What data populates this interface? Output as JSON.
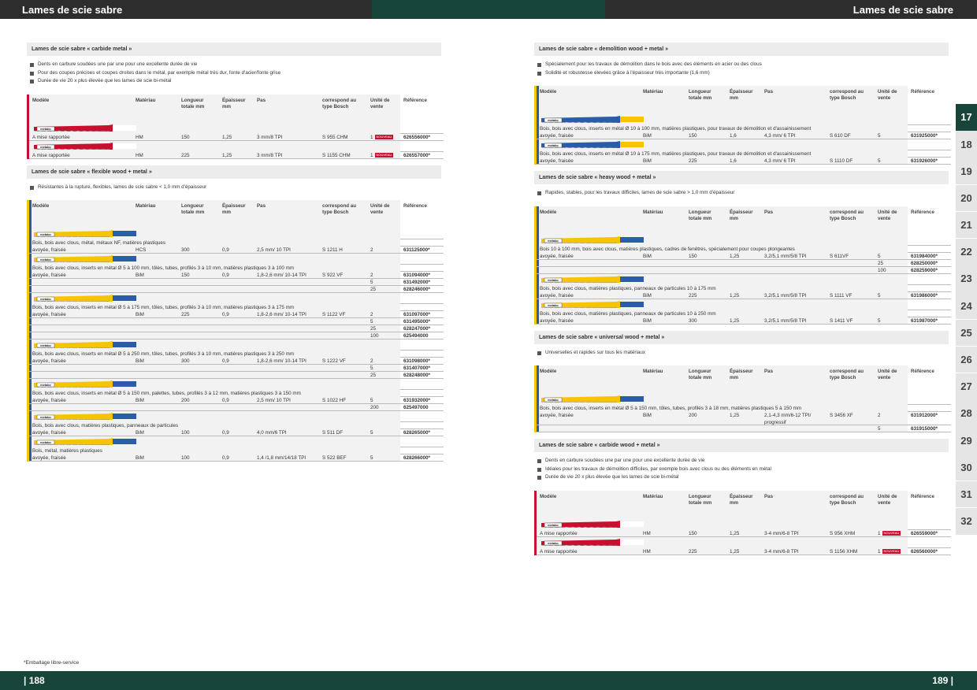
{
  "header": {
    "left": "Lames de scie sabre",
    "right": "Lames de scie sabre"
  },
  "footer": {
    "left": "| 188",
    "right": "189 |",
    "note": "*Emballage libre-service"
  },
  "cols": [
    "Modèle",
    "Matériau",
    "Longueur totale mm",
    "Épaisseur mm",
    "Pas",
    "correspond au type Bosch",
    "Unité de vente",
    "Référence"
  ],
  "badge": "NOUVEAU",
  "brand": "metabo",
  "tabs": [
    "17",
    "18",
    "19",
    "20",
    "21",
    "22",
    "23",
    "24",
    "25",
    "26",
    "27",
    "28",
    "29",
    "30",
    "31",
    "32"
  ],
  "s1": {
    "title": "Lames de scie sabre « carbide metal »",
    "bullets": [
      "Dents en carbure soudées une par une pour une excellente durée de vie",
      "Pour des coupes précises et coupes droites dans le métal, par exemple métal très dur, fonte d'acier/fonte grise",
      "Durée de vie 20 x plus élevée que les lames de scie bi-métal"
    ],
    "rows": [
      [
        "A mise rapportée",
        "HM",
        "150",
        "1,25",
        "3 mm/8 TPI",
        "S 955 CHM",
        "1",
        "626556000*"
      ],
      [
        "A mise rapportée",
        "HM",
        "225",
        "1,25",
        "3 mm/8 TPI",
        "S 1155 CHM",
        "1",
        "626557000*"
      ]
    ]
  },
  "s2": {
    "title": "Lames de scie sabre « flexible wood + metal »",
    "bullets": [
      "Résistantes à la rupture, flexibles, lames de scie sabre < 1,0 mm d'épaisseur"
    ],
    "groups": [
      {
        "desc": "Bois, bois avec clous, métal, métaux NF, matières plastiques",
        "rows": [
          [
            "avoyée, fraisée",
            "HCS",
            "300",
            "0,9",
            "2,5 mm/ 10 TPI",
            "S 1211 H",
            "2",
            "631125000*"
          ]
        ]
      },
      {
        "desc": "Bois, bois avec clous, inserts en métal Ø 5 à 100 mm, tôles, tubes, profilés 3 à 10 mm, matières plastiques 3 à 100 mm",
        "rows": [
          [
            "avoyée, fraisée",
            "BiM",
            "150",
            "0,9",
            "1,8-2,6 mm/ 10-14 TPI",
            "S 922 VF",
            "2",
            "631094000*"
          ],
          [
            "",
            "",
            "",
            "",
            "",
            "",
            "5",
            "631492000*"
          ],
          [
            "",
            "",
            "",
            "",
            "",
            "",
            "25",
            "628246000*"
          ]
        ]
      },
      {
        "desc": "Bois, bois avec clous, inserts en métal Ø 5 à 175 mm, tôles, tubes, profilés 3 à 10 mm, matières plastiques 3 à 175 mm",
        "rows": [
          [
            "avoyée, fraisée",
            "BiM",
            "225",
            "0,9",
            "1,8-2,6 mm/ 10-14 TPI",
            "S 1122 VF",
            "2",
            "631097000*"
          ],
          [
            "",
            "",
            "",
            "",
            "",
            "",
            "5",
            "631495000*"
          ],
          [
            "",
            "",
            "",
            "",
            "",
            "",
            "25",
            "628247000*"
          ],
          [
            "",
            "",
            "",
            "",
            "",
            "",
            "100",
            "625494000"
          ]
        ]
      },
      {
        "desc": "Bois, bois avec clous, inserts en métal Ø 5 à 250 mm, tôles, tubes, profilés 3 à 10 mm, matières plastiques 3 à 250 mm",
        "rows": [
          [
            "avoyée, fraisée",
            "BiM",
            "300",
            "0,9",
            "1,8-2,6 mm/ 10-14 TPI",
            "S 1222 VF",
            "2",
            "631098000*"
          ],
          [
            "",
            "",
            "",
            "",
            "",
            "",
            "5",
            "631407000*"
          ],
          [
            "",
            "",
            "",
            "",
            "",
            "",
            "25",
            "628248000*"
          ]
        ]
      },
      {
        "desc": "Bois, bois avec clous, inserts en métal Ø 5 à 150 mm, palettes, tubes, profilés 3 à 12 mm, matières plastiques 3 à 150 mm",
        "rows": [
          [
            "avoyée, fraisée",
            "BiM",
            "200",
            "0,9",
            "2,5 mm/ 10 TPI",
            "S 1022 HF",
            "5",
            "631932000*"
          ],
          [
            "",
            "",
            "",
            "",
            "",
            "",
            "200",
            "625497000"
          ]
        ]
      },
      {
        "desc": "Bois, bois avec clous, matières plastiques, panneaux de particules",
        "rows": [
          [
            "avoyée, fraisée",
            "BiM",
            "100",
            "0,9",
            "4,0 mm/6 TPI",
            "S 511 DF",
            "5",
            "628265000*"
          ]
        ]
      },
      {
        "desc": "Bois, métal, matières plastiques",
        "rows": [
          [
            "avoyée, fraisée",
            "BiM",
            "100",
            "0,9",
            "1,4 /1,8 mm/14/18 TPI",
            "S 522 BEF",
            "5",
            "628266000*"
          ]
        ]
      }
    ]
  },
  "s3": {
    "title": "Lames de scie sabre « demolition wood + metal »",
    "bullets": [
      "Spécialement pour les travaux de démolition dans le bois avec des éléments en acier ou des clous",
      "Solidité et robustesse élevées grâce à l'épaisseur très importante (1,6 mm)"
    ],
    "groups": [
      {
        "desc": "Bois, bois avec clous, inserts en métal Ø 10 à 100 mm, matières plastiques, pour travaux de démolition et d'assainissement",
        "rows": [
          [
            "avoyée, fraisée",
            "BiM",
            "150",
            "1,6",
            "4,3 mm/ 6 TPI",
            "S 610 DF",
            "5",
            "631925000*"
          ]
        ]
      },
      {
        "desc": "Bois, bois avec clous, inserts en métal Ø 10 à 175 mm, matières plastiques, pour travaux de démolition et d'assainissement",
        "rows": [
          [
            "avoyée, fraisée",
            "BiM",
            "225",
            "1,6",
            "4,3 mm/ 6 TPI",
            "S 1110 DF",
            "5",
            "631926000*"
          ]
        ]
      }
    ]
  },
  "s4": {
    "title": "Lames de scie sabre « heavy wood + metal »",
    "bullets": [
      "Rapides, stables, pour les travaux difficiles, lames de scie sabre > 1,0 mm d'épaisseur"
    ],
    "groups": [
      {
        "desc": "Bois 10 à 100 mm, bois avec clous, matières plastiques, cadres de fenêtres, spécialement pour coupes plongeantes",
        "rows": [
          [
            "avoyée, fraisée",
            "BiM",
            "150",
            "1,25",
            "3,2/5,1 mm/5/8 TPI",
            "S 611VF",
            "5",
            "631984000*"
          ],
          [
            "",
            "",
            "",
            "",
            "",
            "",
            "25",
            "628250000*"
          ],
          [
            "",
            "",
            "",
            "",
            "",
            "",
            "100",
            "628259000*"
          ]
        ]
      },
      {
        "desc": "Bois, bois avec clous, matières plastiques, panneaux de particules 10 à 175 mm",
        "rows": [
          [
            "avoyée, fraisée",
            "BiM",
            "225",
            "1,25",
            "3,2/5,1 mm/5/8 TPI",
            "S 1111 VF",
            "5",
            "631986000*"
          ]
        ]
      },
      {
        "desc": "Bois, bois avec clous, matières plastiques, panneaux de particules 10 à 250 mm",
        "rows": [
          [
            "avoyée, fraisée",
            "BiM",
            "300",
            "1,25",
            "3,2/5,1 mm/5/8 TPI",
            "S 1411 VF",
            "5",
            "631987000*"
          ]
        ]
      }
    ]
  },
  "s5": {
    "title": "Lames de scie sabre « universal wood + metal »",
    "bullets": [
      "Universelles et rapides sur tous les matériaux"
    ],
    "desc": "Bois, bois avec clous, inserts en métal Ø 5 à 150 mm, tôles, tubes, profilés 3 à 18 mm, matières plastiques 5 à 150 mm",
    "row": {
      "a": "avoyée, fraisée",
      "b": "BiM",
      "c": "200",
      "d": "1,25",
      "e1": "2,1-4,3 mm/6-12 TPI/",
      "e2": "progressif",
      "f": "S 3456 XF",
      "g": "2",
      "h": "631912000*"
    },
    "row2": {
      "g": "5",
      "h": "631915000*"
    }
  },
  "s6": {
    "title": "Lames de scie sabre « carbide wood + metal »",
    "bullets": [
      "Dents en carbure soudées une par une pour une excellente durée de vie",
      "Idéales pour les travaux de démolition difficiles, par exemple bois avec clous ou des éléments en métal",
      "Durée de vie 20 x plus élevée que les lames de scie bi-métal"
    ],
    "rows": [
      [
        "A mise rapportée",
        "HM",
        "150",
        "1,25",
        "3-4 mm/6-8 TPI",
        "S 956 XHM",
        "1",
        "626559000*"
      ],
      [
        "A mise rapportée",
        "HM",
        "225",
        "1,25",
        "3-4 mm/6-8 TPI",
        "S 1156 XHM",
        "1",
        "626560000*"
      ]
    ]
  }
}
